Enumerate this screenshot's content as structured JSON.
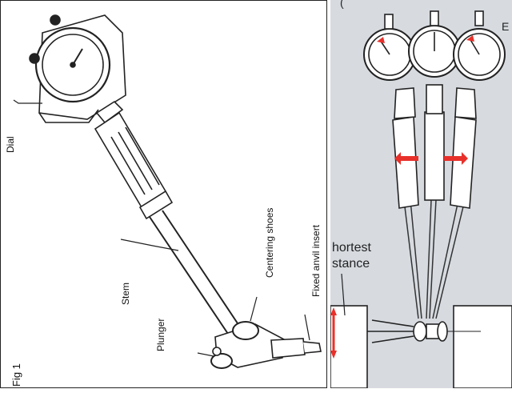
{
  "left_figure": {
    "fig_label": "Fig 1",
    "labels": {
      "dial": "Dial",
      "stem": "Stem",
      "plunger": "Plunger",
      "centering_shoes": "Centering shoes",
      "fixed_anvil_insert": "Fixed anvil insert"
    }
  },
  "right_figure": {
    "corner_mark": "(",
    "top_right_letter": "E",
    "shortest_distance_line1": "hortest",
    "shortest_distance_line2": "stance"
  },
  "colors": {
    "arrow_red": "#e8302a",
    "right_background": "#d7dbe0",
    "line": "#222222"
  }
}
